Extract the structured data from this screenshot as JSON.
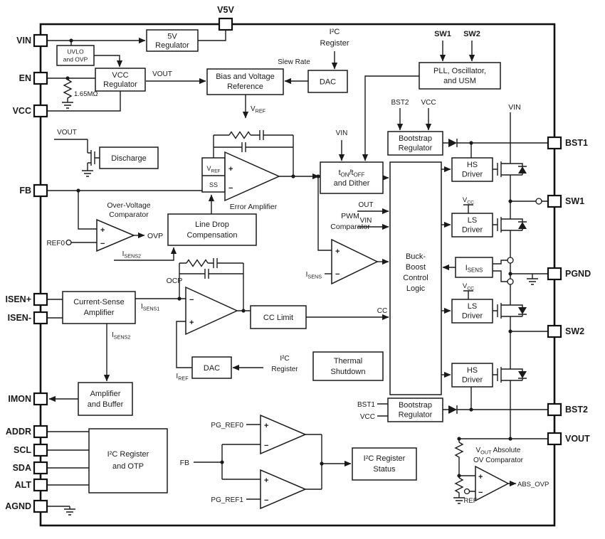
{
  "pins": {
    "top": "V5V",
    "left": [
      "VIN",
      "EN",
      "VCC",
      "FB",
      "ISEN+",
      "ISEN-",
      "IMON",
      "ADDR",
      "SCL",
      "SDA",
      "ALT",
      "AGND"
    ],
    "right": [
      "BST1",
      "SW1",
      "PGND",
      "SW2",
      "BST2",
      "VOUT"
    ]
  },
  "blocks": {
    "uvlo": [
      "UVLO",
      "and OVP"
    ],
    "reg5v": [
      "5V",
      "Regulator"
    ],
    "vccreg": [
      "VCC",
      "Regulator"
    ],
    "bias": [
      "Bias and Voltage",
      "Reference"
    ],
    "dac_top": "DAC",
    "pll": [
      "PLL, Oscillator,",
      "and USM"
    ],
    "bst_top": [
      "Bootstrap",
      "Regulator"
    ],
    "discharge": "Discharge",
    "vref_ss": [
      "V_{REF}",
      "SS"
    ],
    "error_amp": "Error Amplifier",
    "ov_comp": [
      "Over-Voltage",
      "Comparator"
    ],
    "ldc": [
      "Line Drop",
      "Compensation"
    ],
    "ton_dither": [
      "t_{ON}/t_{OFF}",
      "and Dither"
    ],
    "pwm_comp": [
      "PWM",
      "Comparator"
    ],
    "bbcl": [
      "Buck-",
      "Boost",
      "Control",
      "Logic"
    ],
    "hs_driver": [
      "HS",
      "Driver"
    ],
    "ls_driver": [
      "LS",
      "Driver"
    ],
    "isens_block": "I_{SENS}",
    "csa": [
      "Current-Sense",
      "Amplifier"
    ],
    "ocp": "OCP",
    "cc_limit": "CC Limit",
    "dac_bot": "DAC",
    "thermal": [
      "Thermal",
      "Shutdown"
    ],
    "ampbuf": [
      "Amplifier",
      "and Buffer"
    ],
    "i2c_otp": [
      "I²C Register",
      "and OTP"
    ],
    "i2c_status": [
      "I²C Register",
      "Status"
    ],
    "abs_ov": [
      "V_{OUT} Absolute",
      "OV Comparator"
    ],
    "bst_bot": [
      "Bootstrap",
      "Regulator"
    ]
  },
  "labels": {
    "vout_reg": "VOUT",
    "slew_rate": "Slew Rate",
    "i2c_top": [
      "I²C",
      "Register"
    ],
    "sw1_top": "SW1",
    "sw2_top": "SW2",
    "bst2_in": "BST2",
    "vcc_in_top": "VCC",
    "vin_rail": "VIN",
    "vref_out": "V_{REF}",
    "vin_ton": "VIN",
    "vout_discharge": "VOUT",
    "en_resistor": "1.65MΩ",
    "ref0": "REF0",
    "ovp": "OVP",
    "isens2_ldc": "I_{SENS2}",
    "out_sig": "OUT",
    "vin_sig": "VIN",
    "isens_pwm": "I_{SENS}",
    "isens1": "I_{SENS1}",
    "isens2_imon": "I_{SENS2}",
    "iref": "I_{REF}",
    "i2c_bot": [
      "I²C",
      "Register"
    ],
    "cc": "CC",
    "vcc_ls1": "V_{CC}",
    "vcc_ls2": "V_{CC}",
    "bst1_in": "BST1",
    "vcc_in_bot": "VCC",
    "pg_ref0": "PG_REF0",
    "fb_int": "FB",
    "pg_ref1": "PG_REF1",
    "ref_abs": "REF",
    "abs_ovp": "ABS_OVP"
  },
  "signs": {
    "plus": "+",
    "minus": "−"
  }
}
